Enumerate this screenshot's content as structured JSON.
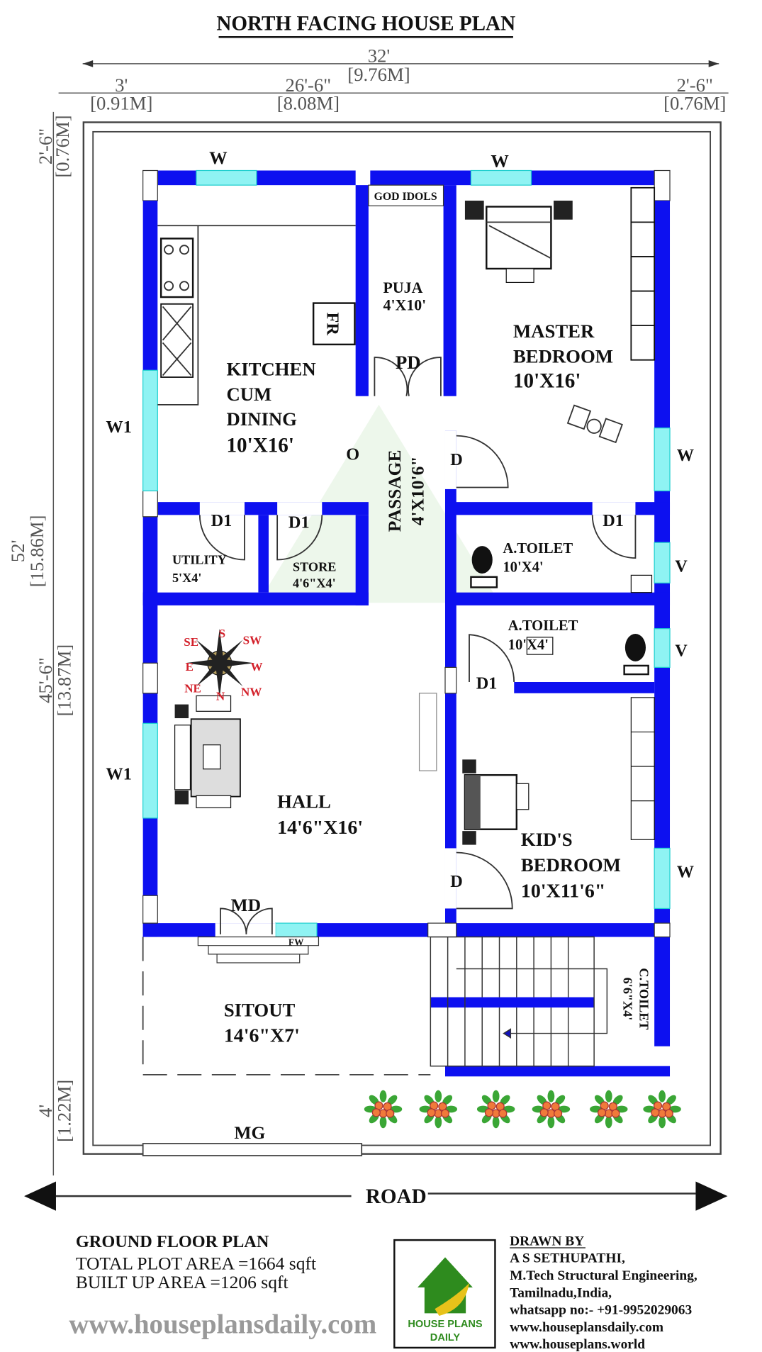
{
  "title": "NORTH FACING HOUSE PLAN",
  "dimensions": {
    "overall_width": "32'",
    "overall_width_m": "[9.76M]",
    "left_setback": "3'",
    "left_setback_m": "[0.91M]",
    "building_width": "26'-6\"",
    "building_width_m": "[8.08M]",
    "right_setback": "2'-6\"",
    "right_setback_m": "[0.76M]",
    "rear_setback": "2'-6\"",
    "rear_setback_m": "[0.76M]",
    "overall_depth": "52'",
    "overall_depth_m": "[15.86M]",
    "building_depth": "45'-6\"",
    "building_depth_m": "[13.87M]",
    "front_setback": "4'",
    "front_setback_m": "[1.22M]"
  },
  "rooms": {
    "kitchen": {
      "l1": "KITCHEN",
      "l2": "CUM",
      "l3": "DINING",
      "size": "10'X16'"
    },
    "puja": {
      "name": "PUJA",
      "size": "4'X10'",
      "shelf": "GOD IDOLS"
    },
    "master": {
      "l1": "MASTER",
      "l2": "BEDROOM",
      "size": "10'X16'"
    },
    "passage": {
      "name": "PASSAGE",
      "size": "4'X10'6\""
    },
    "utility": {
      "name": "UTILITY",
      "size": "5'X4'"
    },
    "store": {
      "name": "STORE",
      "size": "4'6\"X4'"
    },
    "toilet1": {
      "name": "A.TOILET",
      "size": "10'X4'"
    },
    "toilet2": {
      "name": "A.TOILET",
      "size": "10'X4'"
    },
    "hall": {
      "name": "HALL",
      "size": "14'6\"X16'"
    },
    "kids": {
      "l1": "KID'S",
      "l2": "BEDROOM",
      "size": "10'X11'6\""
    },
    "sitout": {
      "name": "SITOUT",
      "size": "14'6\"X7'"
    },
    "ctoilet": {
      "name": "C.TOILET",
      "size": "6'6\"X4'"
    }
  },
  "markers": {
    "window": "W",
    "window1": "W1",
    "ventilator": "V",
    "door": "D",
    "door1": "D1",
    "puja_door": "PD",
    "main_door": "MD",
    "french_window": "FW",
    "main_gate": "MG",
    "opening": "O",
    "fridge": "FR"
  },
  "compass": {
    "S": "S",
    "SE": "SE",
    "SW": "SW",
    "E": "E",
    "W": "W",
    "NE": "NE",
    "N": "N",
    "NW": "NW",
    "label_color": "#d3212b"
  },
  "road": "ROAD",
  "summary": {
    "heading": "GROUND FLOOR PLAN",
    "plot_area": "TOTAL PLOT AREA =1664 sqft",
    "built_up_area": "BUILT UP AREA =1206 sqft"
  },
  "logo": {
    "line1": "HOUSE PLANS",
    "line2": "DAILY"
  },
  "credits": {
    "heading": "DRAWN BY",
    "name": "A S SETHUPATHI,",
    "qualification": "M.Tech Structural Engineering,",
    "location": "Tamilnadu,India,",
    "whatsapp": "whatsapp no:- +91-9952029063",
    "website": "www.houseplansdaily.com",
    "website2": "www.houseplans.world"
  },
  "watermark": {
    "line1": "HOUSE PLANS",
    "line2": "DAILY",
    "url": "www.houseplansdaily.com"
  },
  "colors": {
    "wall": "#0d10f0",
    "window": "#8ff3f3",
    "brand_green": "#2e8b1e"
  }
}
